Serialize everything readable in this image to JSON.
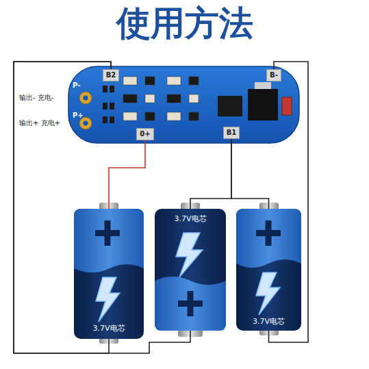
{
  "diagram": {
    "title": "使用方法",
    "nodes": [
      {
        "text": [
          "P-",
          "P+"
        ]
      },
      {
        "text": [
          "B2"
        ],
        "in": 0
      },
      {
        "text": [
          "B-"
        ],
        "in": 0
      },
      {
        "text": [
          "0+"
        ],
        "in": 0
      },
      {
        "text": [
          "B1"
        ],
        "in": 0
      },
      {
        "text": [
          "3.7V电芯"
        ]
      },
      {
        "text": [
          "3.7V电芯"
        ]
      },
      {
        "text": [
          "3.7V电芯"
        ]
      }
    ],
    "edges": [
      {
        "from": 3,
        "to": 5,
        "arrow": "none"
      },
      {
        "from": 4,
        "to": 6,
        "arrow": "none"
      },
      {
        "from": 4,
        "to": 7,
        "arrow": "none"
      },
      {
        "from": 2,
        "to": 7,
        "arrow": "none"
      },
      {
        "from": 1,
        "to": 5,
        "arrow": "none"
      },
      {
        "from": 1,
        "to": 6,
        "arrow": "none"
      }
    ],
    "labels": [
      "输出- 充电-",
      "输出+ 充电+"
    ]
  }
}
